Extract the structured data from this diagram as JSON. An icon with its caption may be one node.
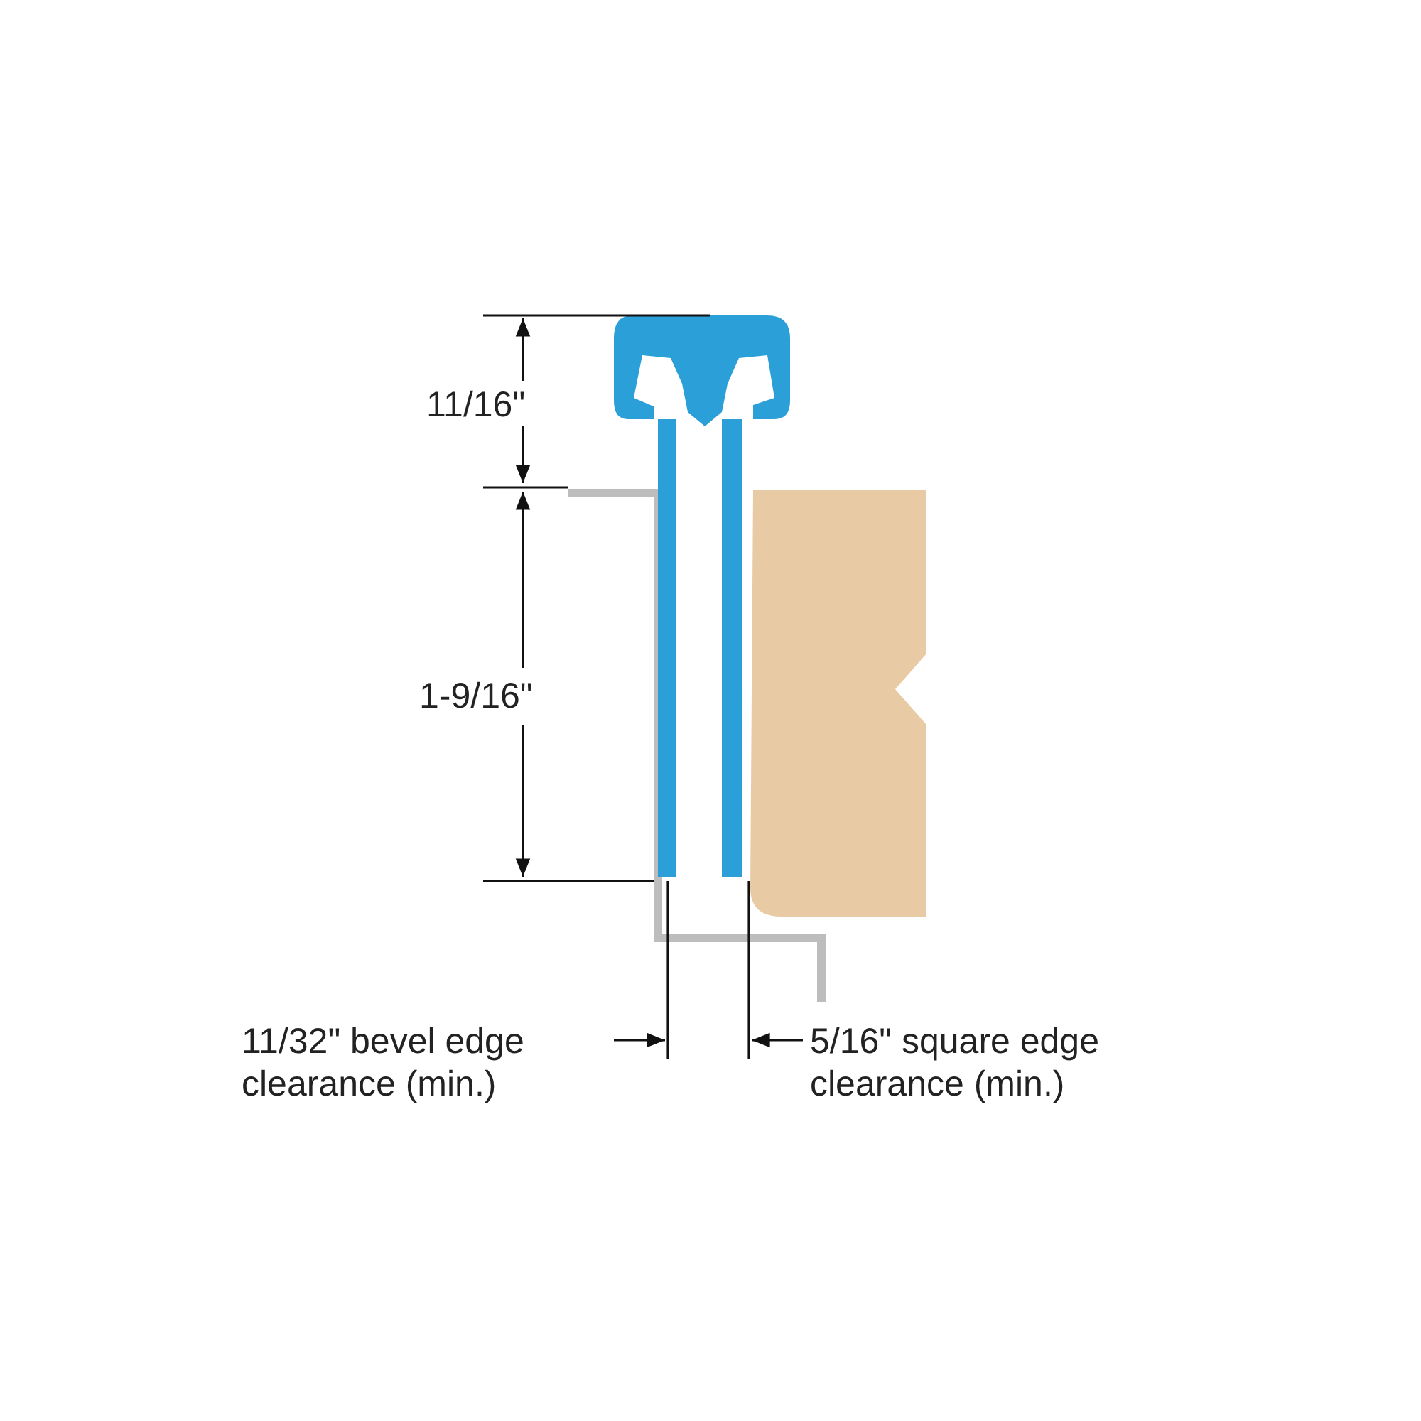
{
  "diagram": {
    "labels": [
      "11/16\"",
      "1-9/16\"",
      "11/32\" bevel edge clearance (min.)",
      "5/16\" square edge clearance (min.)"
    ]
  }
}
